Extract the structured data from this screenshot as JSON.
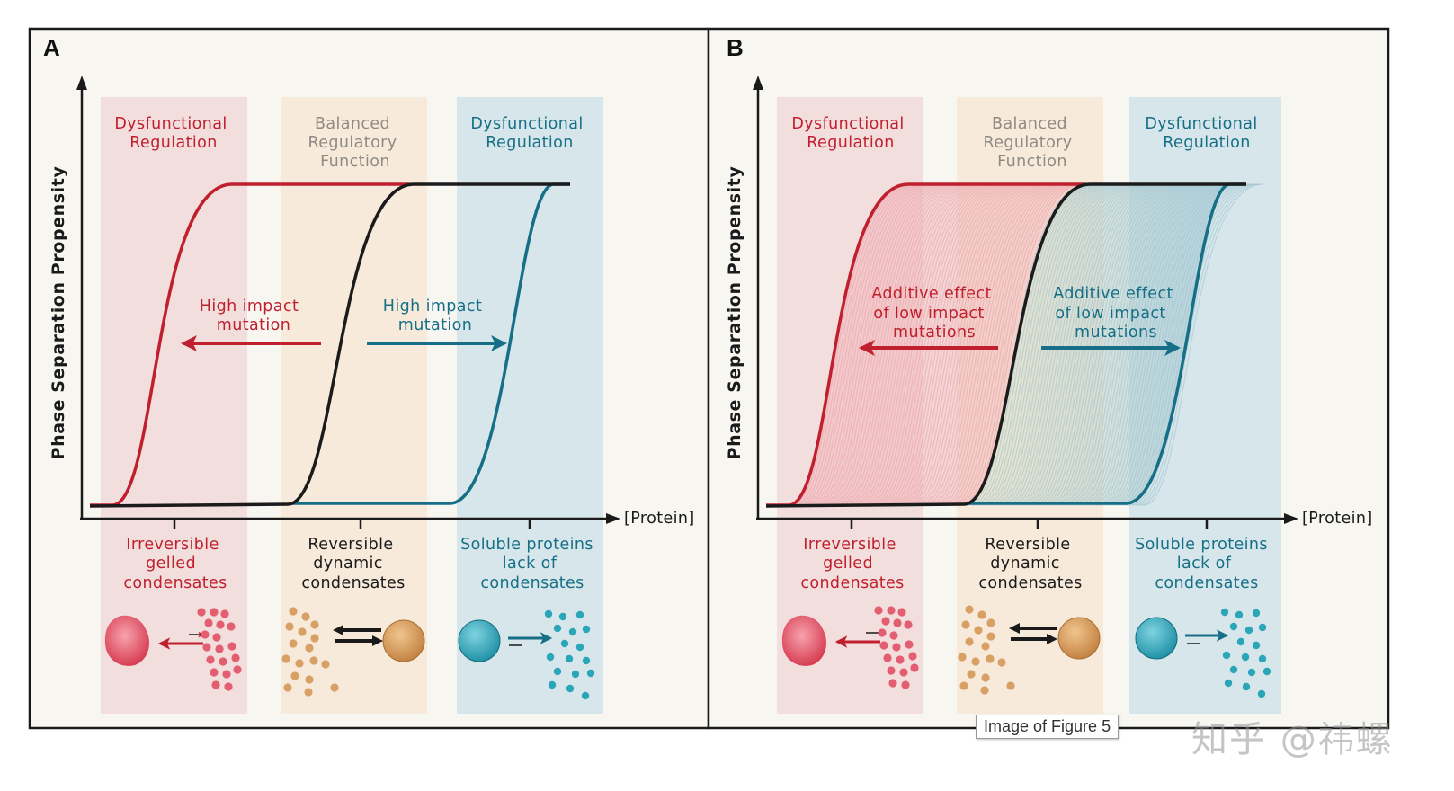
{
  "colors": {
    "red": "#c0202e",
    "black": "#1b1b1b",
    "teal": "#166f86",
    "gray_text": "#8e8a84",
    "red_band": "#f3dcdc",
    "beige_band": "#f7e9d4",
    "teal_band": "#d4e6ea",
    "panel_bg": "#f7f6f1",
    "orange_dot": "#d59a5a",
    "pink_dot": "#e2596a",
    "teal_dot": "#2aa6b8"
  },
  "panels": [
    {
      "letter": "A",
      "y_axis_label": "Phase Separation Propensity",
      "x_axis_label": "[Protein]",
      "bands": {
        "left": [
          "Dysfunctional",
          "Regulation"
        ],
        "middle": [
          "Balanced",
          "Regulatory",
          "Function"
        ],
        "right": [
          "Dysfunctional",
          "Regulation"
        ]
      },
      "arrow_left_label": [
        "High impact",
        "mutation"
      ],
      "arrow_right_label": [
        "High impact",
        "mutation"
      ],
      "bottom": {
        "left": [
          "Irreversible",
          "gelled",
          "condensates"
        ],
        "middle": [
          "Reversible",
          "dynamic",
          "condensates"
        ],
        "right": [
          "Soluble proteins",
          "lack of",
          "condensates"
        ]
      }
    },
    {
      "letter": "B",
      "y_axis_label": "Phase Separation Propensity",
      "x_axis_label": "[Protein]",
      "bands": {
        "left": [
          "Dysfunctional",
          "Regulation"
        ],
        "middle": [
          "Balanced",
          "Regulatory",
          "Function"
        ],
        "right": [
          "Dysfunctional",
          "Regulation"
        ]
      },
      "arrow_left_label": [
        "Additive effect",
        "of low impact",
        "mutations"
      ],
      "arrow_right_label": [
        "Additive effect",
        "of low impact",
        "mutations"
      ],
      "bottom": {
        "left": [
          "Irreversible",
          "gelled",
          "condensates"
        ],
        "middle": [
          "Reversible",
          "dynamic",
          "condensates"
        ],
        "right": [
          "Soluble proteins",
          "lack of",
          "condensates"
        ]
      }
    }
  ],
  "caption": "Image of Figure 5",
  "watermark": "知乎 @祎螺"
}
